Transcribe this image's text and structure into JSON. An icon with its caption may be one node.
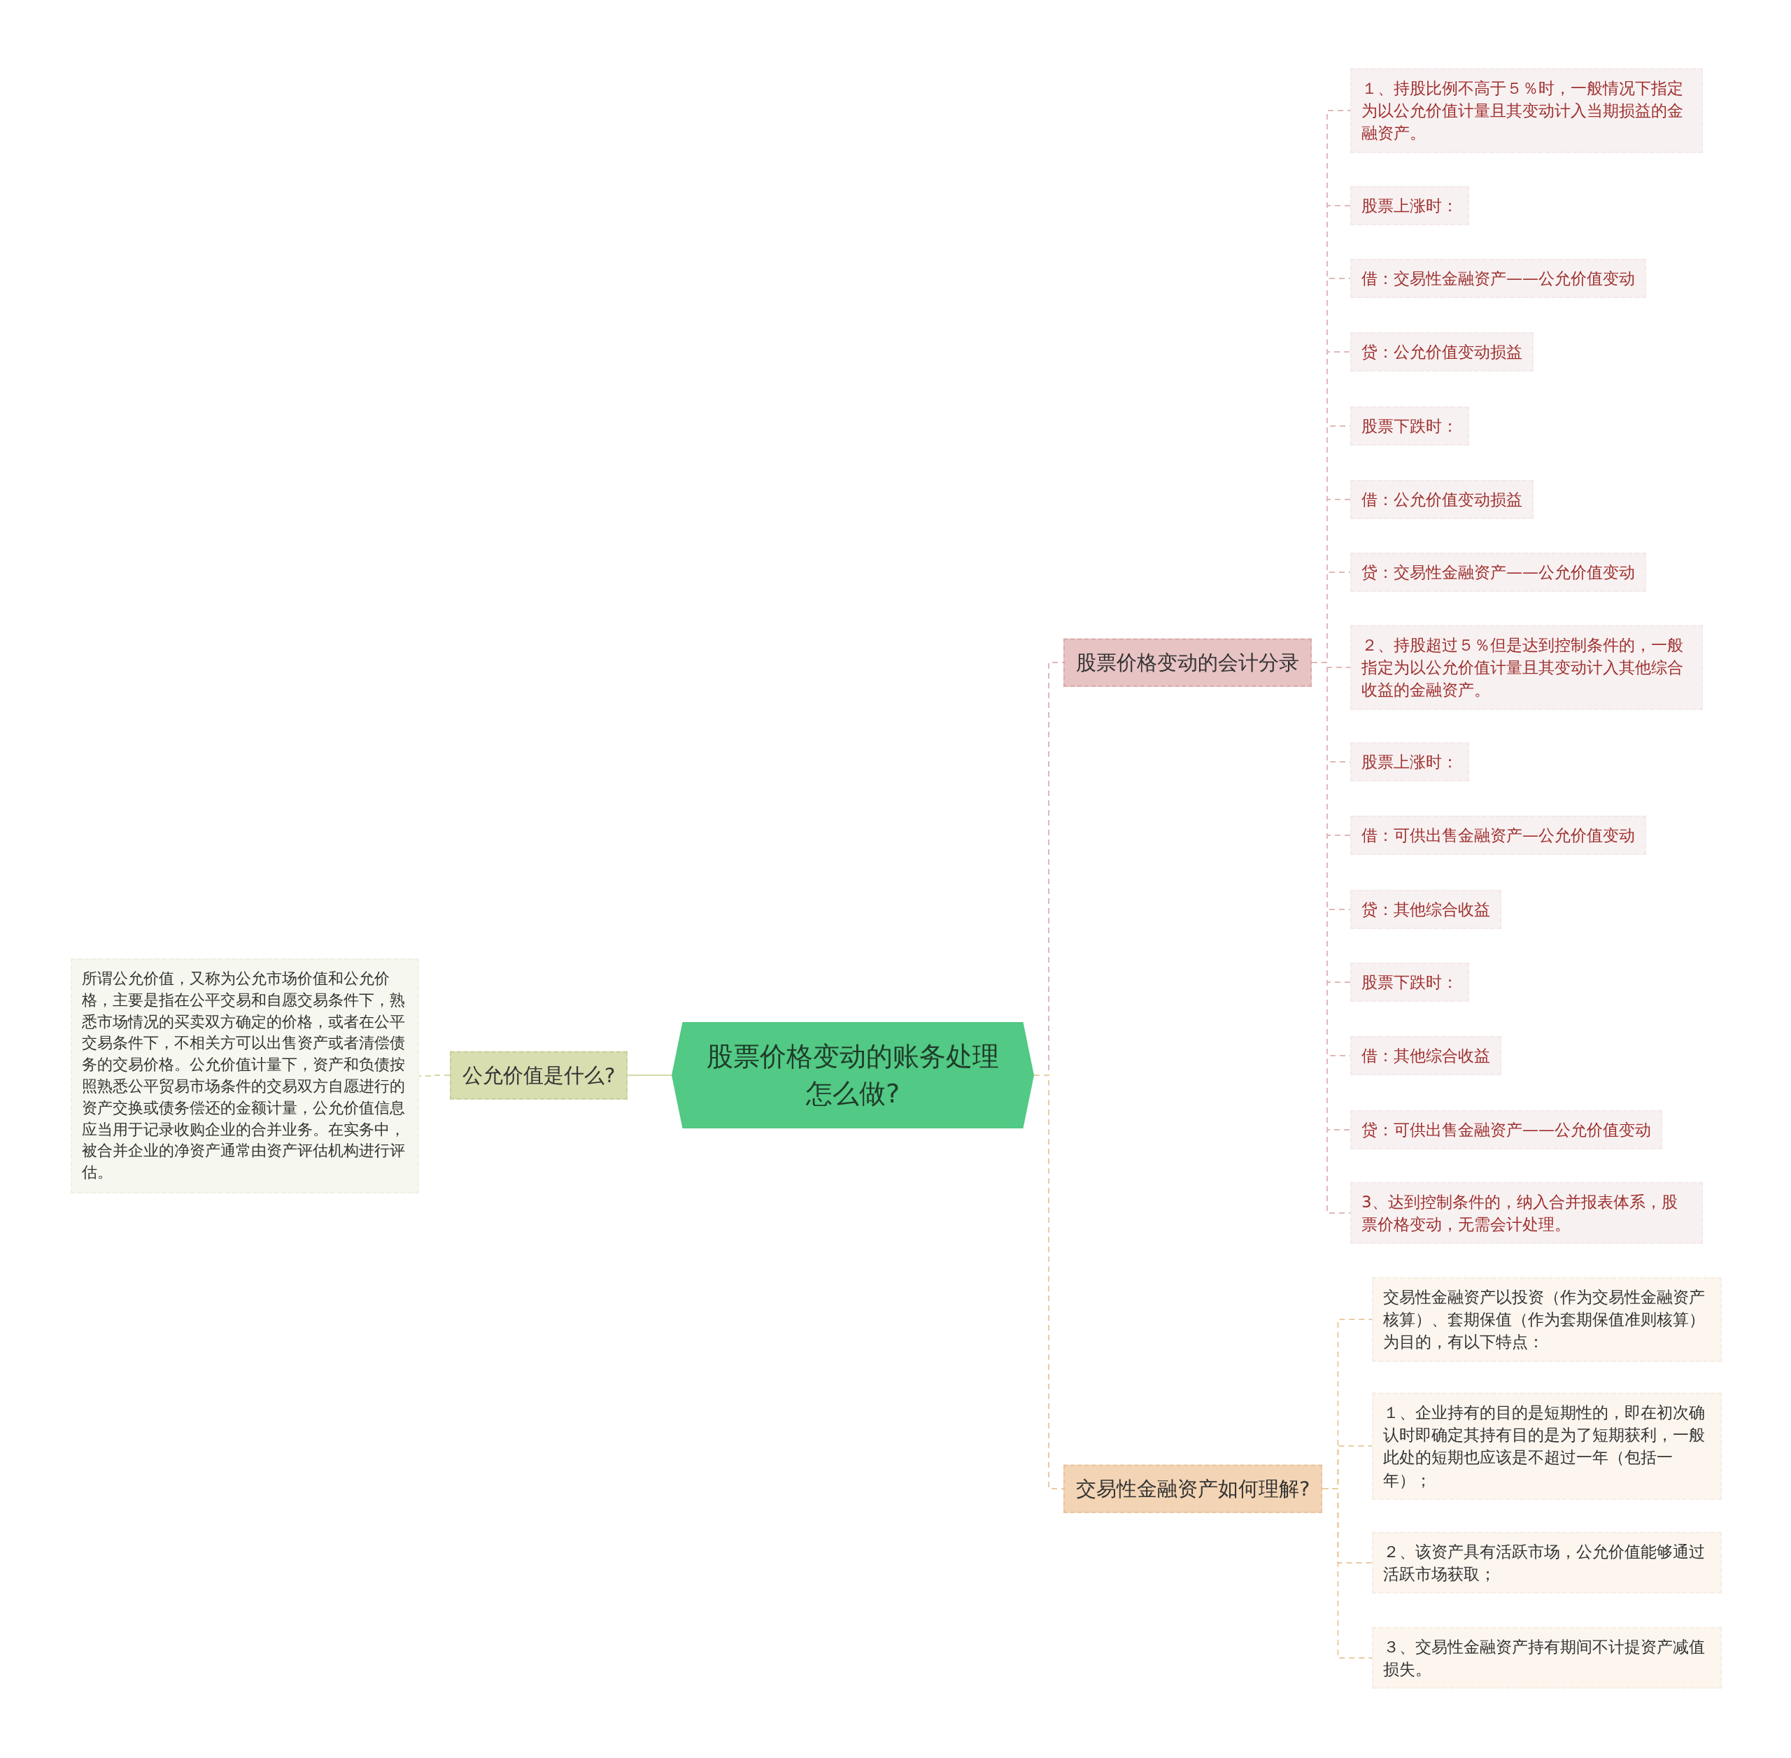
{
  "diagram": {
    "nodes": [
      {
        "text": [
          "股票价格变动的账务处理怎么做?"
        ]
      },
      {
        "text": [
          "公允价值是什么?"
        ]
      },
      {
        "text": [
          "所谓公允价值，又称为公允市场价值和公允价格，主要是指在公平交易和自愿交易条件下，熟悉市场情况的买卖双方确定的价格，或者在公平交易条件下，不相关方可以出售资产或者清偿债务的交易价格。公允价值计量下，资产和负债按照熟悉公平贸易市场条件的交易双方自愿进行的资产交换或债务偿还的金额计量，公允价值信息应当用于记录收购企业的合并业务。在实务中，被合并企业的净资产通常由资产评估机构进行评估。"
        ]
      },
      {
        "text": [
          "股票价格变动的会计分录"
        ]
      },
      {
        "text": [
          "１、持股比例不高于５％时，一般情况下指定为以公允价值计量且其变动计入当期损益的金融资产。"
        ]
      },
      {
        "text": [
          "股票上涨时："
        ]
      },
      {
        "text": [
          "借：交易性金融资产——公允价值变动"
        ]
      },
      {
        "text": [
          "贷：公允价值变动损益"
        ]
      },
      {
        "text": [
          "股票下跌时："
        ]
      },
      {
        "text": [
          "借：公允价值变动损益"
        ]
      },
      {
        "text": [
          "贷：交易性金融资产——公允价值变动"
        ]
      },
      {
        "text": [
          "２、持股超过５％但是达到控制条件的，一般指定为以公允价值计量且其变动计入其他综合收益的金融资产。"
        ]
      },
      {
        "text": [
          "股票上涨时："
        ]
      },
      {
        "text": [
          "借：可供出售金融资产—公允价值变动"
        ]
      },
      {
        "text": [
          "贷：其他综合收益"
        ]
      },
      {
        "text": [
          "股票下跌时："
        ]
      },
      {
        "text": [
          "借：其他综合收益"
        ]
      },
      {
        "text": [
          "贷：可供出售金融资产——公允价值变动"
        ]
      },
      {
        "text": [
          "3、达到控制条件的，纳入合并报表体系，股票价格变动，无需会计处理。"
        ]
      },
      {
        "text": [
          "交易性金融资产如何理解?"
        ]
      },
      {
        "text": [
          "交易性金融资产以投资（作为交易性金融资产核算）、套期保值（作为套期保值准则核算）为目的，有以下特点："
        ]
      },
      {
        "text": [
          "１、企业持有的目的是短期性的，即在初次确认时即确定其持有目的是为了短期获利，一般此处的短期也应该是不超过一年（包括一年）；"
        ]
      },
      {
        "text": [
          "２、该资产具有活跃市场，公允价值能够通过活跃市场获取；"
        ]
      },
      {
        "text": [
          "３、交易性金融资产持有期间不计提资产减值损失。"
        ]
      }
    ],
    "edges": [
      {
        "from": 0,
        "to": 1,
        "arrow": "none",
        "color": "#d3d9a5"
      },
      {
        "from": 1,
        "to": 2,
        "arrow": "none",
        "style": "dashed",
        "color": "#d3d9a5"
      },
      {
        "from": 0,
        "to": 3,
        "arrow": "none",
        "style": "dashed"
      },
      {
        "from": 3,
        "to": 4,
        "arrow": "none",
        "style": "dashed"
      },
      {
        "from": 3,
        "to": 5,
        "arrow": "none",
        "style": "dashed"
      },
      {
        "from": 3,
        "to": 6,
        "arrow": "none",
        "style": "dashed"
      },
      {
        "from": 3,
        "to": 7,
        "arrow": "none",
        "style": "dashed"
      },
      {
        "from": 3,
        "to": 8,
        "arrow": "none",
        "style": "dashed"
      },
      {
        "from": 3,
        "to": 9,
        "arrow": "none",
        "style": "dashed"
      },
      {
        "from": 3,
        "to": 10,
        "arrow": "none",
        "style": "dashed"
      },
      {
        "from": 3,
        "to": 11,
        "arrow": "none",
        "style": "dashed"
      },
      {
        "from": 3,
        "to": 12,
        "arrow": "none",
        "style": "dashed"
      },
      {
        "from": 3,
        "to": 13,
        "arrow": "none",
        "style": "dashed"
      },
      {
        "from": 3,
        "to": 14,
        "arrow": "none",
        "style": "dashed"
      },
      {
        "from": 3,
        "to": 15,
        "arrow": "none",
        "style": "dashed"
      },
      {
        "from": 3,
        "to": 16,
        "arrow": "none",
        "style": "dashed"
      },
      {
        "from": 3,
        "to": 17,
        "arrow": "none",
        "style": "dashed"
      },
      {
        "from": 3,
        "to": 18,
        "arrow": "none",
        "style": "dashed"
      },
      {
        "from": 0,
        "to": 19,
        "arrow": "none",
        "style": "dashed",
        "color": "#eccba2"
      },
      {
        "from": 19,
        "to": 20,
        "arrow": "none",
        "style": "dashed",
        "color": "#eccba2"
      },
      {
        "from": 19,
        "to": 21,
        "arrow": "none",
        "style": "dashed",
        "color": "#eccba2"
      },
      {
        "from": 19,
        "to": 22,
        "arrow": "none",
        "style": "dashed",
        "color": "#eccba2"
      },
      {
        "from": 19,
        "to": 23,
        "arrow": "none",
        "style": "dashed",
        "color": "#eccba2"
      }
    ]
  }
}
